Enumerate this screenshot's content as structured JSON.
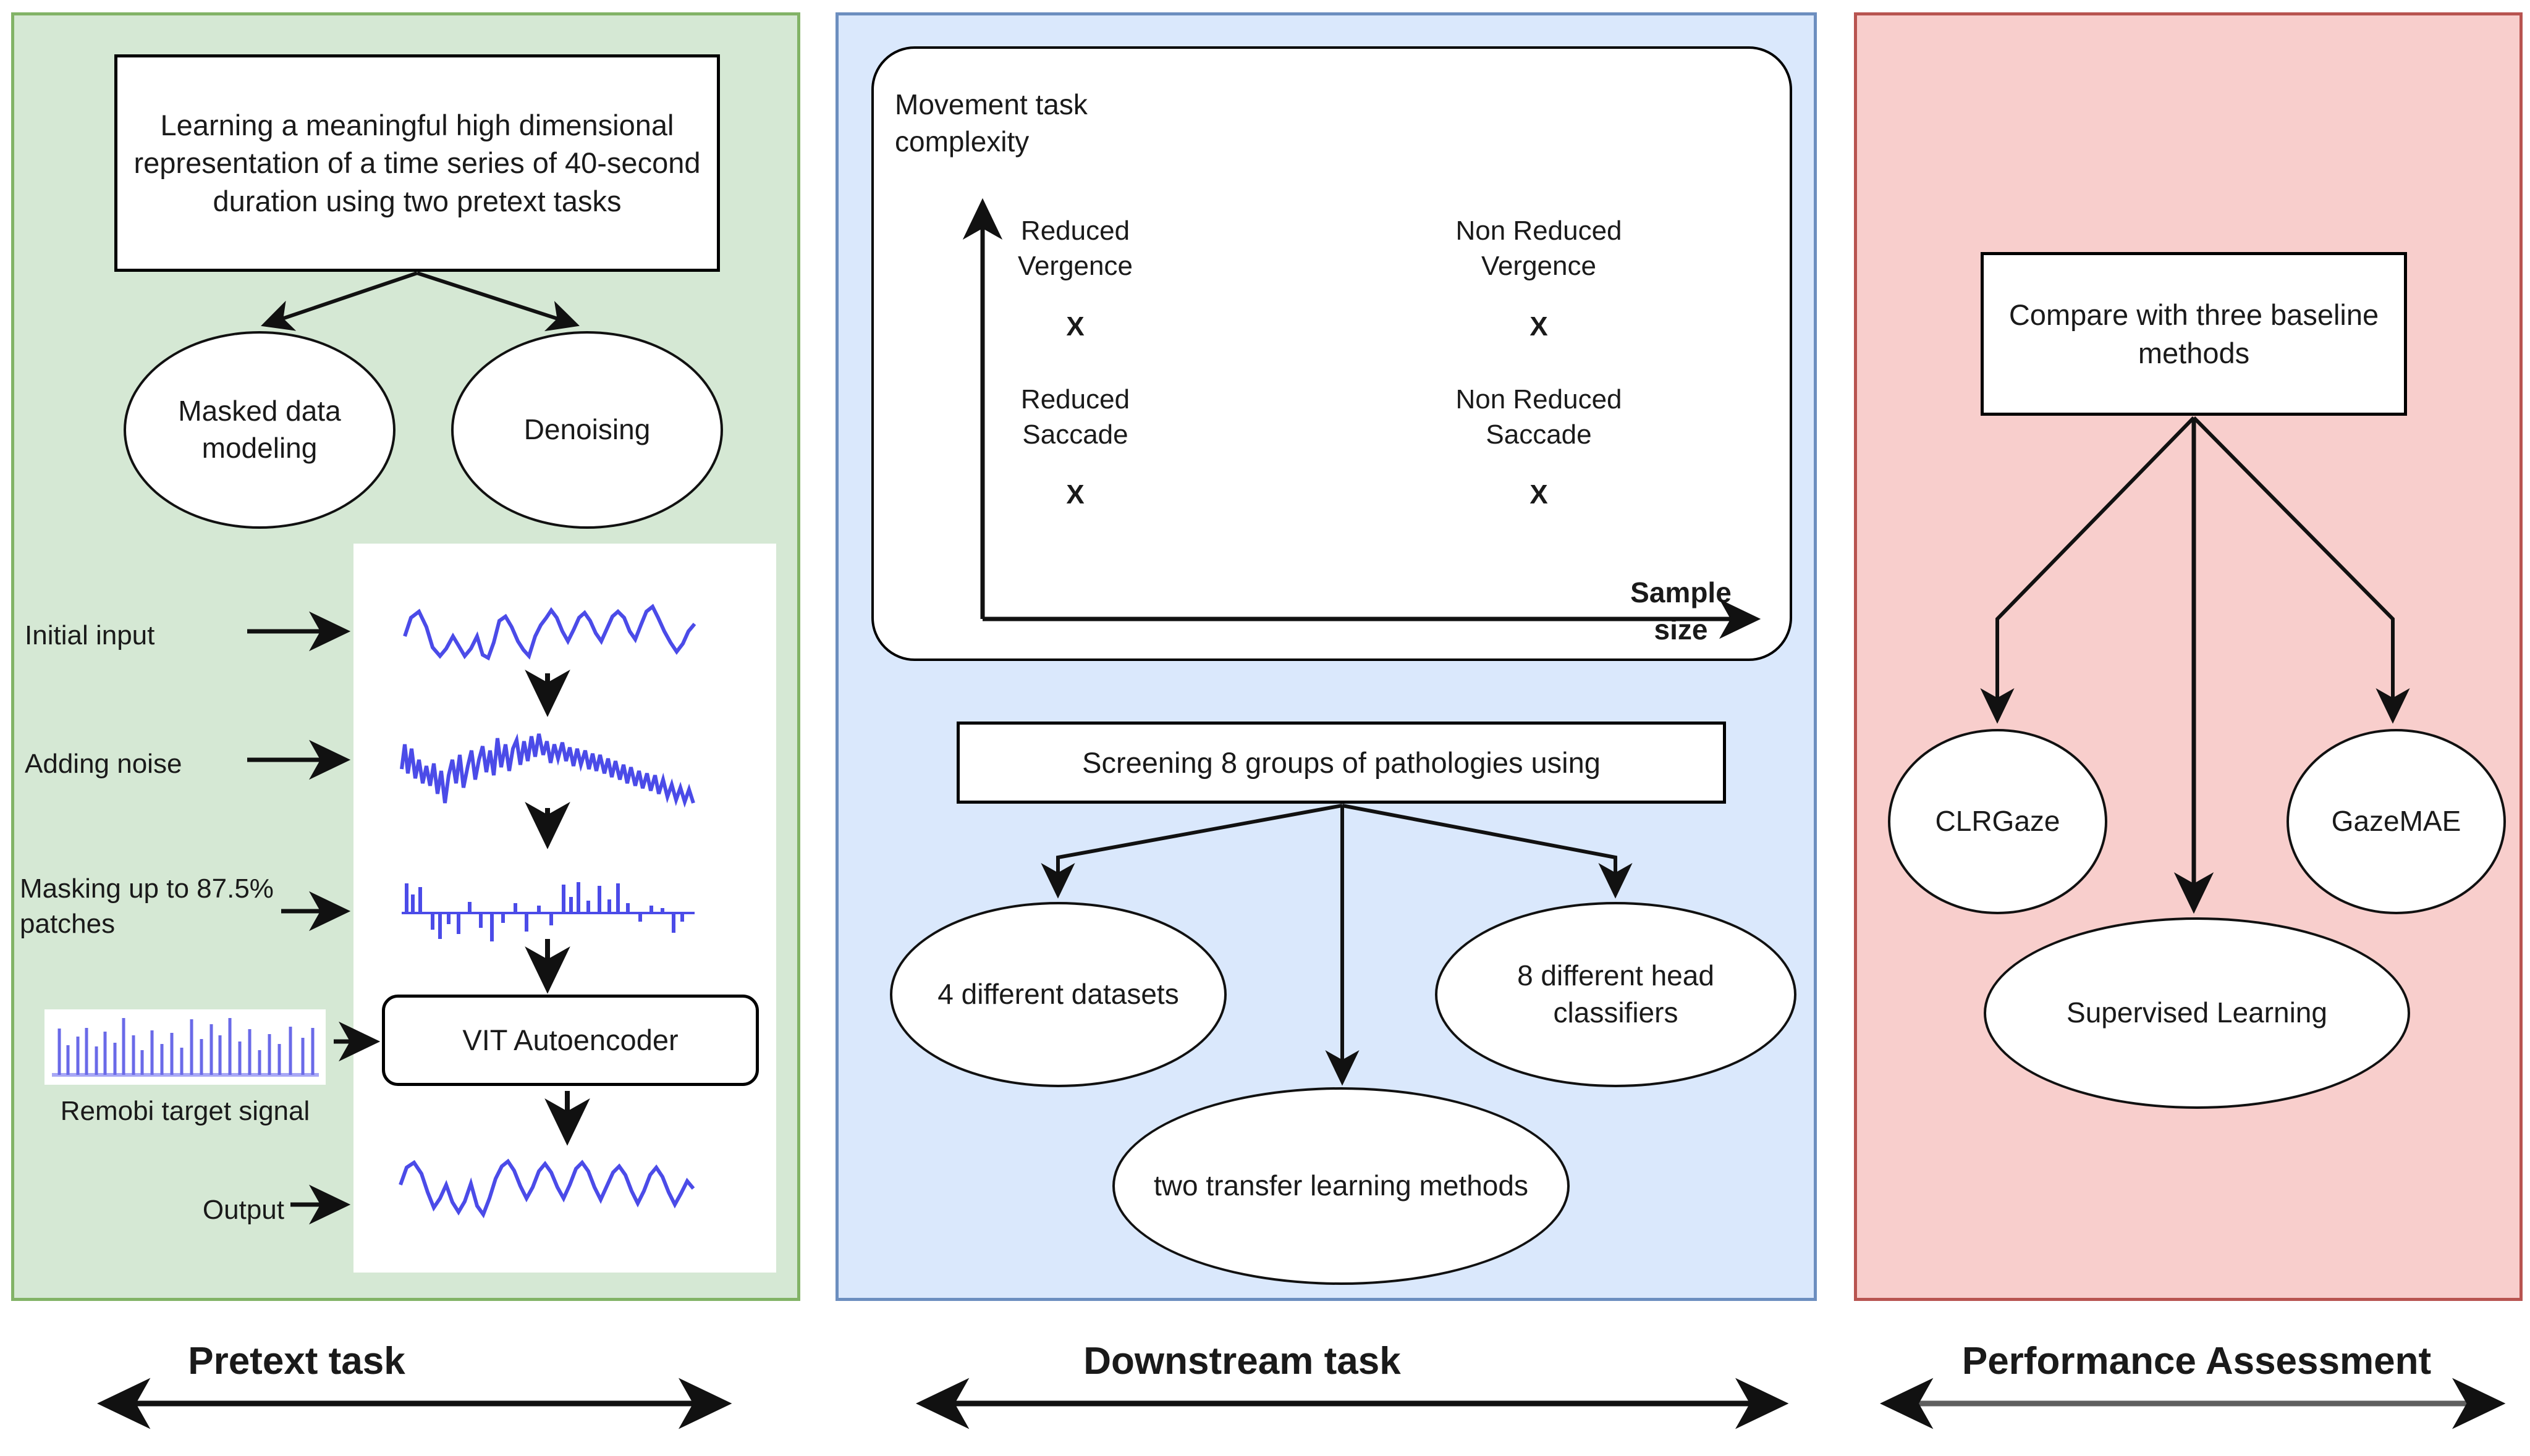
{
  "figure": {
    "panels": [
      {
        "id": "pretext",
        "band_label": "Pretext task",
        "fill": "#d5e8d4",
        "stroke": "#82b366",
        "root_box": "Learning a meaningful high dimensional representation of a time series of 40-second duration using two pretext tasks",
        "pretext_tasks": [
          {
            "label": "Masked data modeling"
          },
          {
            "label": "Denoising"
          }
        ],
        "pipeline_labels": [
          {
            "label": "Initial input"
          },
          {
            "label": "Adding noise"
          },
          {
            "label": "Masking up to 87.5% patches"
          },
          {
            "label": "Remobi target signal"
          },
          {
            "label": "Output"
          }
        ],
        "encoder_box": "VIT Autoencoder"
      },
      {
        "id": "downstream",
        "band_label": "Downstream task",
        "fill": "#dae8fc",
        "stroke": "#6c8ebf",
        "quadrant_chart": {
          "y_axis_label": "Movement task complexity",
          "x_axis_label": "Sample size",
          "cells": [
            {
              "name": "Reduced Vergence",
              "marker": "X",
              "quadrant": "top-left"
            },
            {
              "name": "Non Reduced Vergence",
              "marker": "X",
              "quadrant": "top-right"
            },
            {
              "name": "Reduced Saccade",
              "marker": "X",
              "quadrant": "bottom-left"
            },
            {
              "name": "Non Reduced Saccade",
              "marker": "X",
              "quadrant": "bottom-right"
            }
          ]
        },
        "screening_box": "Screening 8 groups of pathologies using",
        "screening_children": [
          {
            "label": "4 different datasets"
          },
          {
            "label": "two transfer learning methods"
          },
          {
            "label": "8 different head classifiers"
          }
        ]
      },
      {
        "id": "performance",
        "band_label": "Performance Assessment",
        "fill": "#f8cecc",
        "stroke": "#b85450",
        "compare_box": "Compare with three baseline methods",
        "baselines": [
          {
            "label": "CLRGaze"
          },
          {
            "label": "Supervised Learning"
          },
          {
            "label": "GazeMAE"
          }
        ]
      }
    ]
  },
  "chart_data": {
    "type": "scatter",
    "title": "Movement task complexity vs Sample size",
    "xlabel": "Sample size",
    "ylabel": "Movement task complexity",
    "grid": false,
    "legend": "none",
    "points": [
      {
        "label": "Reduced Vergence",
        "x": 0.3,
        "y": 0.72,
        "marker": "X"
      },
      {
        "label": "Non Reduced Vergence",
        "x": 0.75,
        "y": 0.72,
        "marker": "X"
      },
      {
        "label": "Reduced Saccade",
        "x": 0.3,
        "y": 0.3,
        "marker": "X"
      },
      {
        "label": "Non Reduced Saccade",
        "x": 0.75,
        "y": 0.3,
        "marker": "X"
      }
    ],
    "xlim": [
      0,
      1
    ],
    "ylim": [
      0,
      1
    ]
  }
}
